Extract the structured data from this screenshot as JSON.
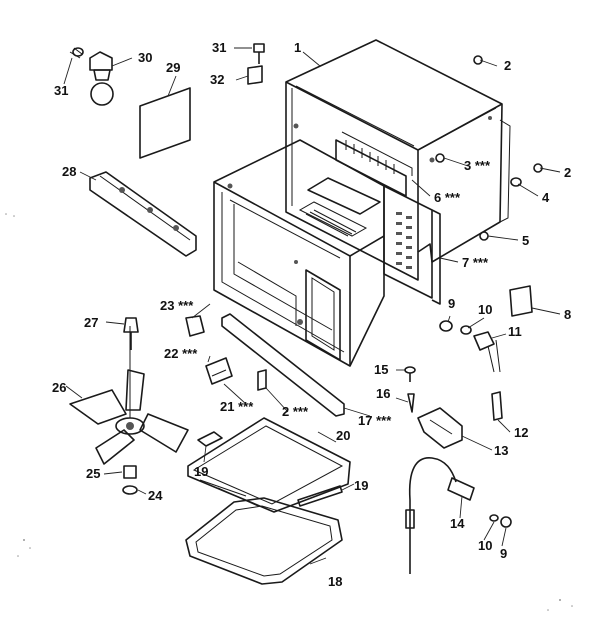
{
  "callouts": {
    "c1": "1",
    "c2_top": "2",
    "c2_right": "2",
    "c2_mid": "2 ***",
    "c3": "3 ***",
    "c4": "4",
    "c5": "5",
    "c6": "6 ***",
    "c7": "7 ***",
    "c8": "8",
    "c9_upper": "9",
    "c9_lower": "9",
    "c10_upper": "10",
    "c10_lower": "10",
    "c11": "11",
    "c12": "12",
    "c13": "13",
    "c14": "14",
    "c15": "15",
    "c16": "16",
    "c17": "17 ***",
    "c18": "18",
    "c19_left": "19",
    "c19_right": "19",
    "c20": "20",
    "c21": "21 ***",
    "c22": "22 ***",
    "c23": "23 ***",
    "c24": "24",
    "c25": "25",
    "c26": "26",
    "c27": "27",
    "c28": "28",
    "c29": "29",
    "c30": "30",
    "c31_left": "31",
    "c31_top": "31",
    "c32": "32"
  }
}
